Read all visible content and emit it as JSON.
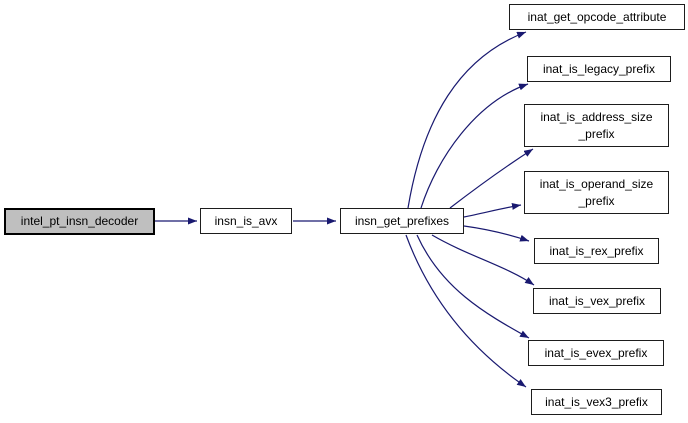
{
  "diagram": {
    "type": "call-graph",
    "colors": {
      "edge": "#191970",
      "node_border": "#1d1d1d",
      "node_fill": "#ffffff",
      "highlight_fill": "#bfbfbf",
      "background": "#ffffff"
    },
    "nodes": [
      {
        "id": "intel_pt_insn_decoder",
        "label": "intel_pt_insn_decoder",
        "highlighted": true
      },
      {
        "id": "insn_is_avx",
        "label": "insn_is_avx",
        "highlighted": false
      },
      {
        "id": "insn_get_prefixes",
        "label": "insn_get_prefixes",
        "highlighted": false
      },
      {
        "id": "inat_get_opcode_attribute",
        "label": "inat_get_opcode_attribute",
        "highlighted": false
      },
      {
        "id": "inat_is_legacy_prefix",
        "label": "inat_is_legacy_prefix",
        "highlighted": false
      },
      {
        "id": "inat_is_address_size_prefix",
        "label": "inat_is_address_size\n_prefix",
        "highlighted": false
      },
      {
        "id": "inat_is_operand_size_prefix",
        "label": "inat_is_operand_size\n_prefix",
        "highlighted": false
      },
      {
        "id": "inat_is_rex_prefix",
        "label": "inat_is_rex_prefix",
        "highlighted": false
      },
      {
        "id": "inat_is_vex_prefix",
        "label": "inat_is_vex_prefix",
        "highlighted": false
      },
      {
        "id": "inat_is_evex_prefix",
        "label": "inat_is_evex_prefix",
        "highlighted": false
      },
      {
        "id": "inat_is_vex3_prefix",
        "label": "inat_is_vex3_prefix",
        "highlighted": false
      }
    ],
    "edges": [
      {
        "from": "intel_pt_insn_decoder",
        "to": "insn_is_avx"
      },
      {
        "from": "insn_is_avx",
        "to": "insn_get_prefixes"
      },
      {
        "from": "insn_get_prefixes",
        "to": "inat_get_opcode_attribute"
      },
      {
        "from": "insn_get_prefixes",
        "to": "inat_is_legacy_prefix"
      },
      {
        "from": "insn_get_prefixes",
        "to": "inat_is_address_size_prefix"
      },
      {
        "from": "insn_get_prefixes",
        "to": "inat_is_operand_size_prefix"
      },
      {
        "from": "insn_get_prefixes",
        "to": "inat_is_rex_prefix"
      },
      {
        "from": "insn_get_prefixes",
        "to": "inat_is_vex_prefix"
      },
      {
        "from": "insn_get_prefixes",
        "to": "inat_is_evex_prefix"
      },
      {
        "from": "insn_get_prefixes",
        "to": "inat_is_vex3_prefix"
      }
    ]
  }
}
